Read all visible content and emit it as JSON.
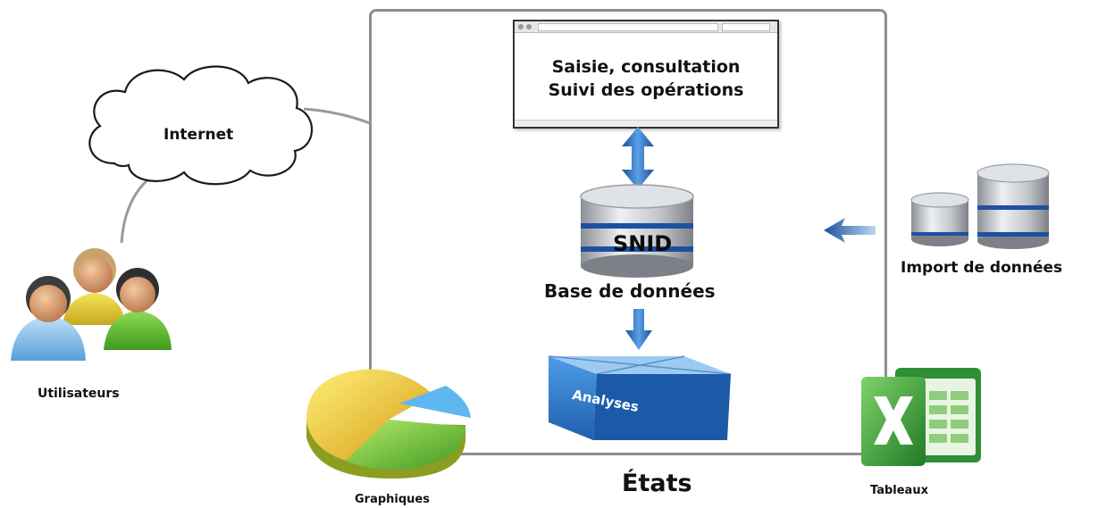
{
  "internet": {
    "label": "Internet"
  },
  "users": {
    "label": "Utilisateurs"
  },
  "browser": {
    "line1": "Saisie, consultation",
    "line2": "Suivi des opérations"
  },
  "database": {
    "name": "SNID",
    "label": "Base de données"
  },
  "import": {
    "label": "Import de données"
  },
  "analyses": {
    "label": "Analyses"
  },
  "outputs": {
    "title": "États",
    "charts_label": "Graphiques",
    "tables_label": "Tableaux"
  },
  "colors": {
    "arrow_blue": "#2f6fc4",
    "frame_gray": "#8a8a8a",
    "cylinder_silver": "#c9ccd1",
    "db_band_blue": "#1f4fa0",
    "box_blue": "#2a77c9",
    "excel_green": "#2f9a3a"
  }
}
